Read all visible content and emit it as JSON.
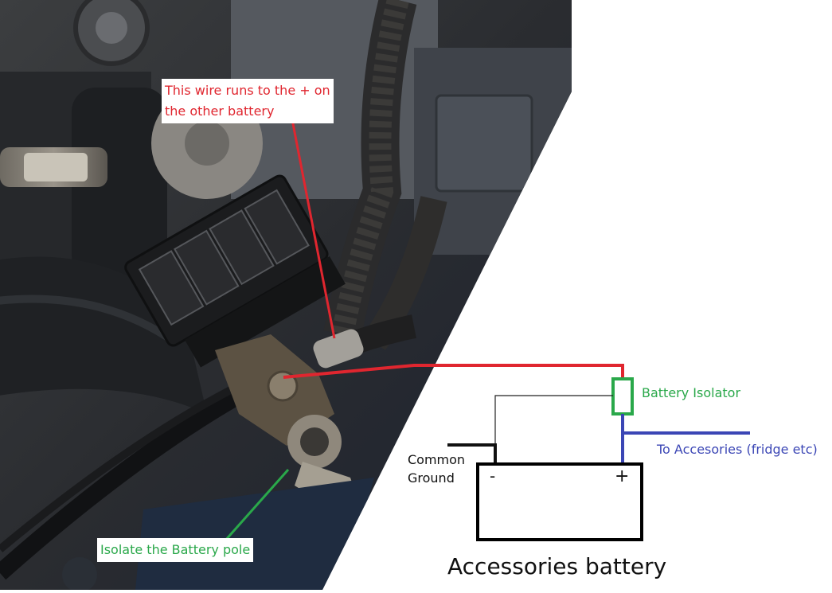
{
  "labels": {
    "wire_line1": "This wire runs to the + on",
    "wire_line2": "the other battery",
    "isolate_pole": "Isolate the Battery pole",
    "battery_isolator": "Battery Isolator",
    "to_accessories": "To Accesories (fridge etc)",
    "common_ground_line1": "Common",
    "common_ground_line2": "Ground",
    "minus_terminal": "-",
    "plus_terminal": "+",
    "battery_title": "Accessories battery"
  },
  "colors": {
    "positive_wire": "#e0262f",
    "isolator": "#2aa84a",
    "accessory_wire": "#3b46b5",
    "ground_wire": "#111111"
  },
  "photo": {
    "subject": "engine bay with fuse box, battery terminal and wiring harness"
  }
}
